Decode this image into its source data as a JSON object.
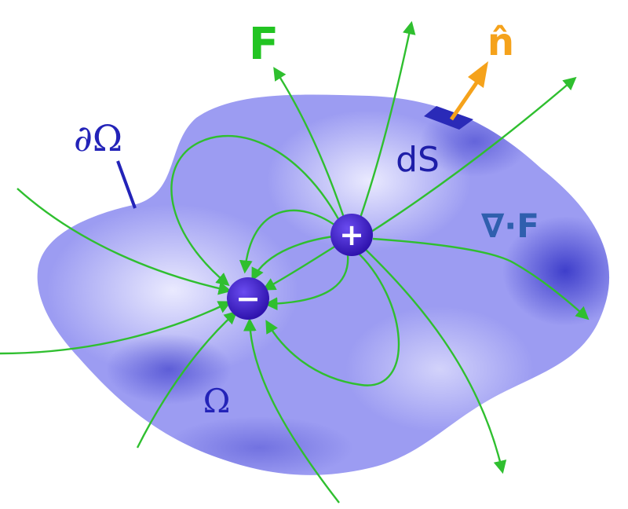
{
  "labels": {
    "field": "F",
    "normal": "n̂",
    "boundary": "∂Ω",
    "surface_element": "dS",
    "divergence": "∇·F",
    "volume": "Ω"
  },
  "charges": {
    "positive": "+",
    "negative": "−"
  },
  "colors": {
    "region_light": "#c9c9fb",
    "region_mid": "#8f8ff0",
    "region_dark": "#3a3acd",
    "field_lines": "#2fbf2f",
    "field_label": "#22c422",
    "normal_arrow": "#f5a21b",
    "charge_fill": "#3a18c0",
    "label_blue": "#2323b8",
    "div_label": "#2f5fae"
  }
}
